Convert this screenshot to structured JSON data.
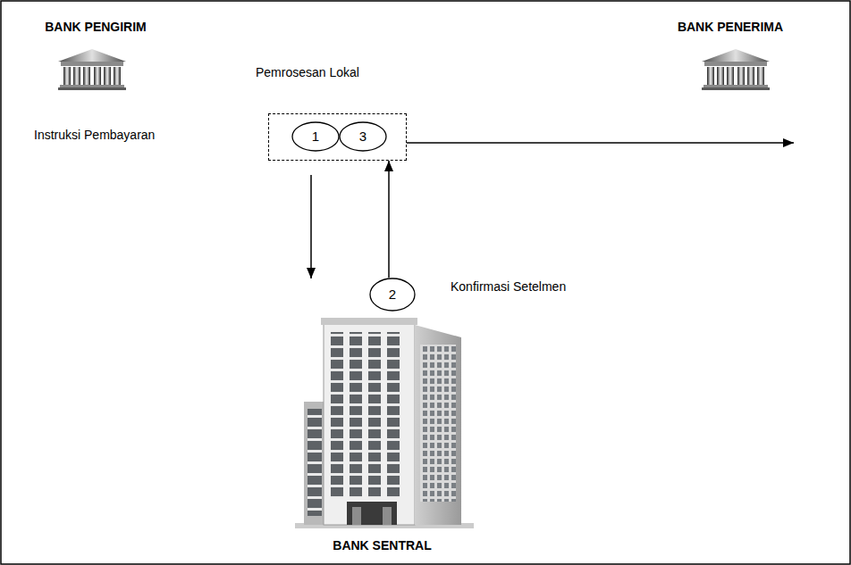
{
  "diagram": {
    "nodes": [
      {
        "text": [
          "BANK PENGIRIM"
        ]
      },
      {
        "text": [
          "Pemrosesan Lokal"
        ]
      },
      {
        "text": [
          "1"
        ],
        "in": 1
      },
      {
        "text": [
          "3"
        ],
        "in": 1
      },
      {
        "text": [
          "BANK PENERIMA"
        ]
      },
      {
        "text": [
          "BANK SENTRAL"
        ]
      },
      {
        "text": [
          "2"
        ]
      }
    ],
    "edges": [
      {
        "from": 1,
        "to": 4,
        "arrow": "to"
      },
      {
        "from": 1,
        "to": 5,
        "arrow": "to"
      },
      {
        "from": 6,
        "to": 1,
        "arrow": "to"
      }
    ],
    "labels": [
      "Instruksi Pembayaran",
      "Konfirmasi Setelmen"
    ]
  }
}
